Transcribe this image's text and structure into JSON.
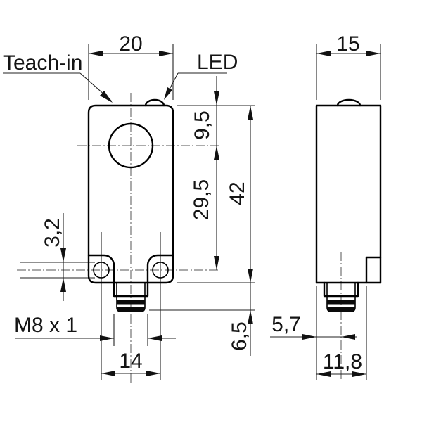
{
  "labels": {
    "teach_in": "Teach-in",
    "led": "LED",
    "thread_spec": "M8 x 1"
  },
  "front_view_dims": {
    "width": "20",
    "led_center_from_top": "9,5",
    "top_to_hole_axis": "29,5",
    "height": "42",
    "mounting_hole_diameter": "3,2",
    "mounting_hole_spacing": "14",
    "connector_protrusion": "6,5"
  },
  "side_view_dims": {
    "depth": "15",
    "connector_axis_from_front": "5,7",
    "depth_to_step": "11,8"
  },
  "colors": {
    "object_line": "#000000",
    "dimension_line": "#222222",
    "centerline": "#555555",
    "background": "#ffffff"
  }
}
